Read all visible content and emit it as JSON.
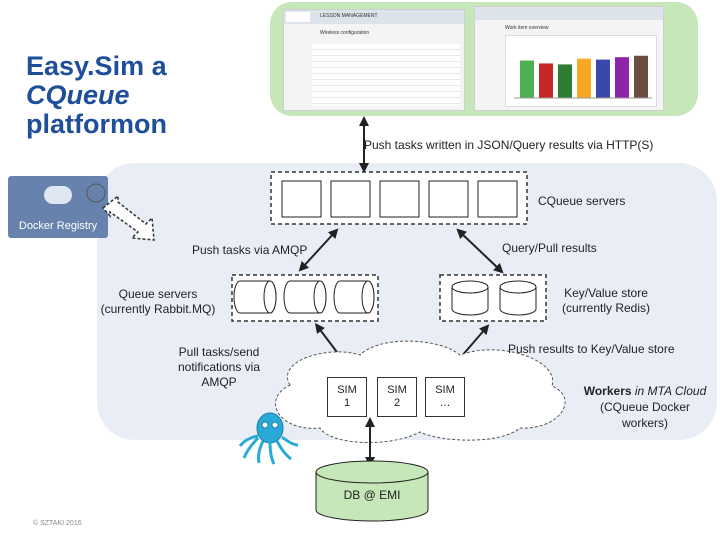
{
  "title": {
    "line1": "Easy.Sim a",
    "line2": "CQueue",
    "line3": "platformon"
  },
  "screenshots": {
    "left_header": "LESSON MANAGEMENT",
    "left_sub": "Wireless configuration",
    "right_header": "Work item overview"
  },
  "labels": {
    "push_json": "Push tasks written in JSON/Query results  via HTTP(S)",
    "cqueue_servers": "CQueue servers",
    "push_amqp": "Push tasks via AMQP",
    "query_pull": "Query/Pull results",
    "queue_servers_1": "Queue servers",
    "queue_servers_2": "(currently Rabbit.MQ)",
    "kv_store_1": "Key/Value store",
    "kv_store_2": "(currently Redis)",
    "pull_tasks_1": "Pull tasks/send",
    "pull_tasks_2": "notifications via",
    "pull_tasks_3": "AMQP",
    "push_results": "Push results to Key/Value store",
    "workers_bold": "Workers",
    "workers_italic": " in MTA Cloud",
    "workers_2": "(CQueue Docker",
    "workers_3": "workers)",
    "db": "DB @ EMI",
    "docker": "Docker Registry",
    "copyright": "© SZTAKI 2016"
  },
  "sims": [
    {
      "line1": "SIM",
      "line2": "1"
    },
    {
      "line1": "SIM",
      "line2": "2"
    },
    {
      "line1": "SIM",
      "line2": "…"
    }
  ],
  "colors": {
    "title": "#1f4e9a",
    "green_panel": "#c6e7b8",
    "cloud": "#e9eef6",
    "docker": "#6783ad",
    "octopus": "#29a9d8",
    "bars": [
      "#4caf50",
      "#c62828",
      "#2e7d32",
      "#f9a825",
      "#3949ab",
      "#8e24aa",
      "#6d4c41"
    ]
  },
  "chart_bars": [
    0.78,
    0.72,
    0.7,
    0.82,
    0.8,
    0.85,
    0.88
  ]
}
